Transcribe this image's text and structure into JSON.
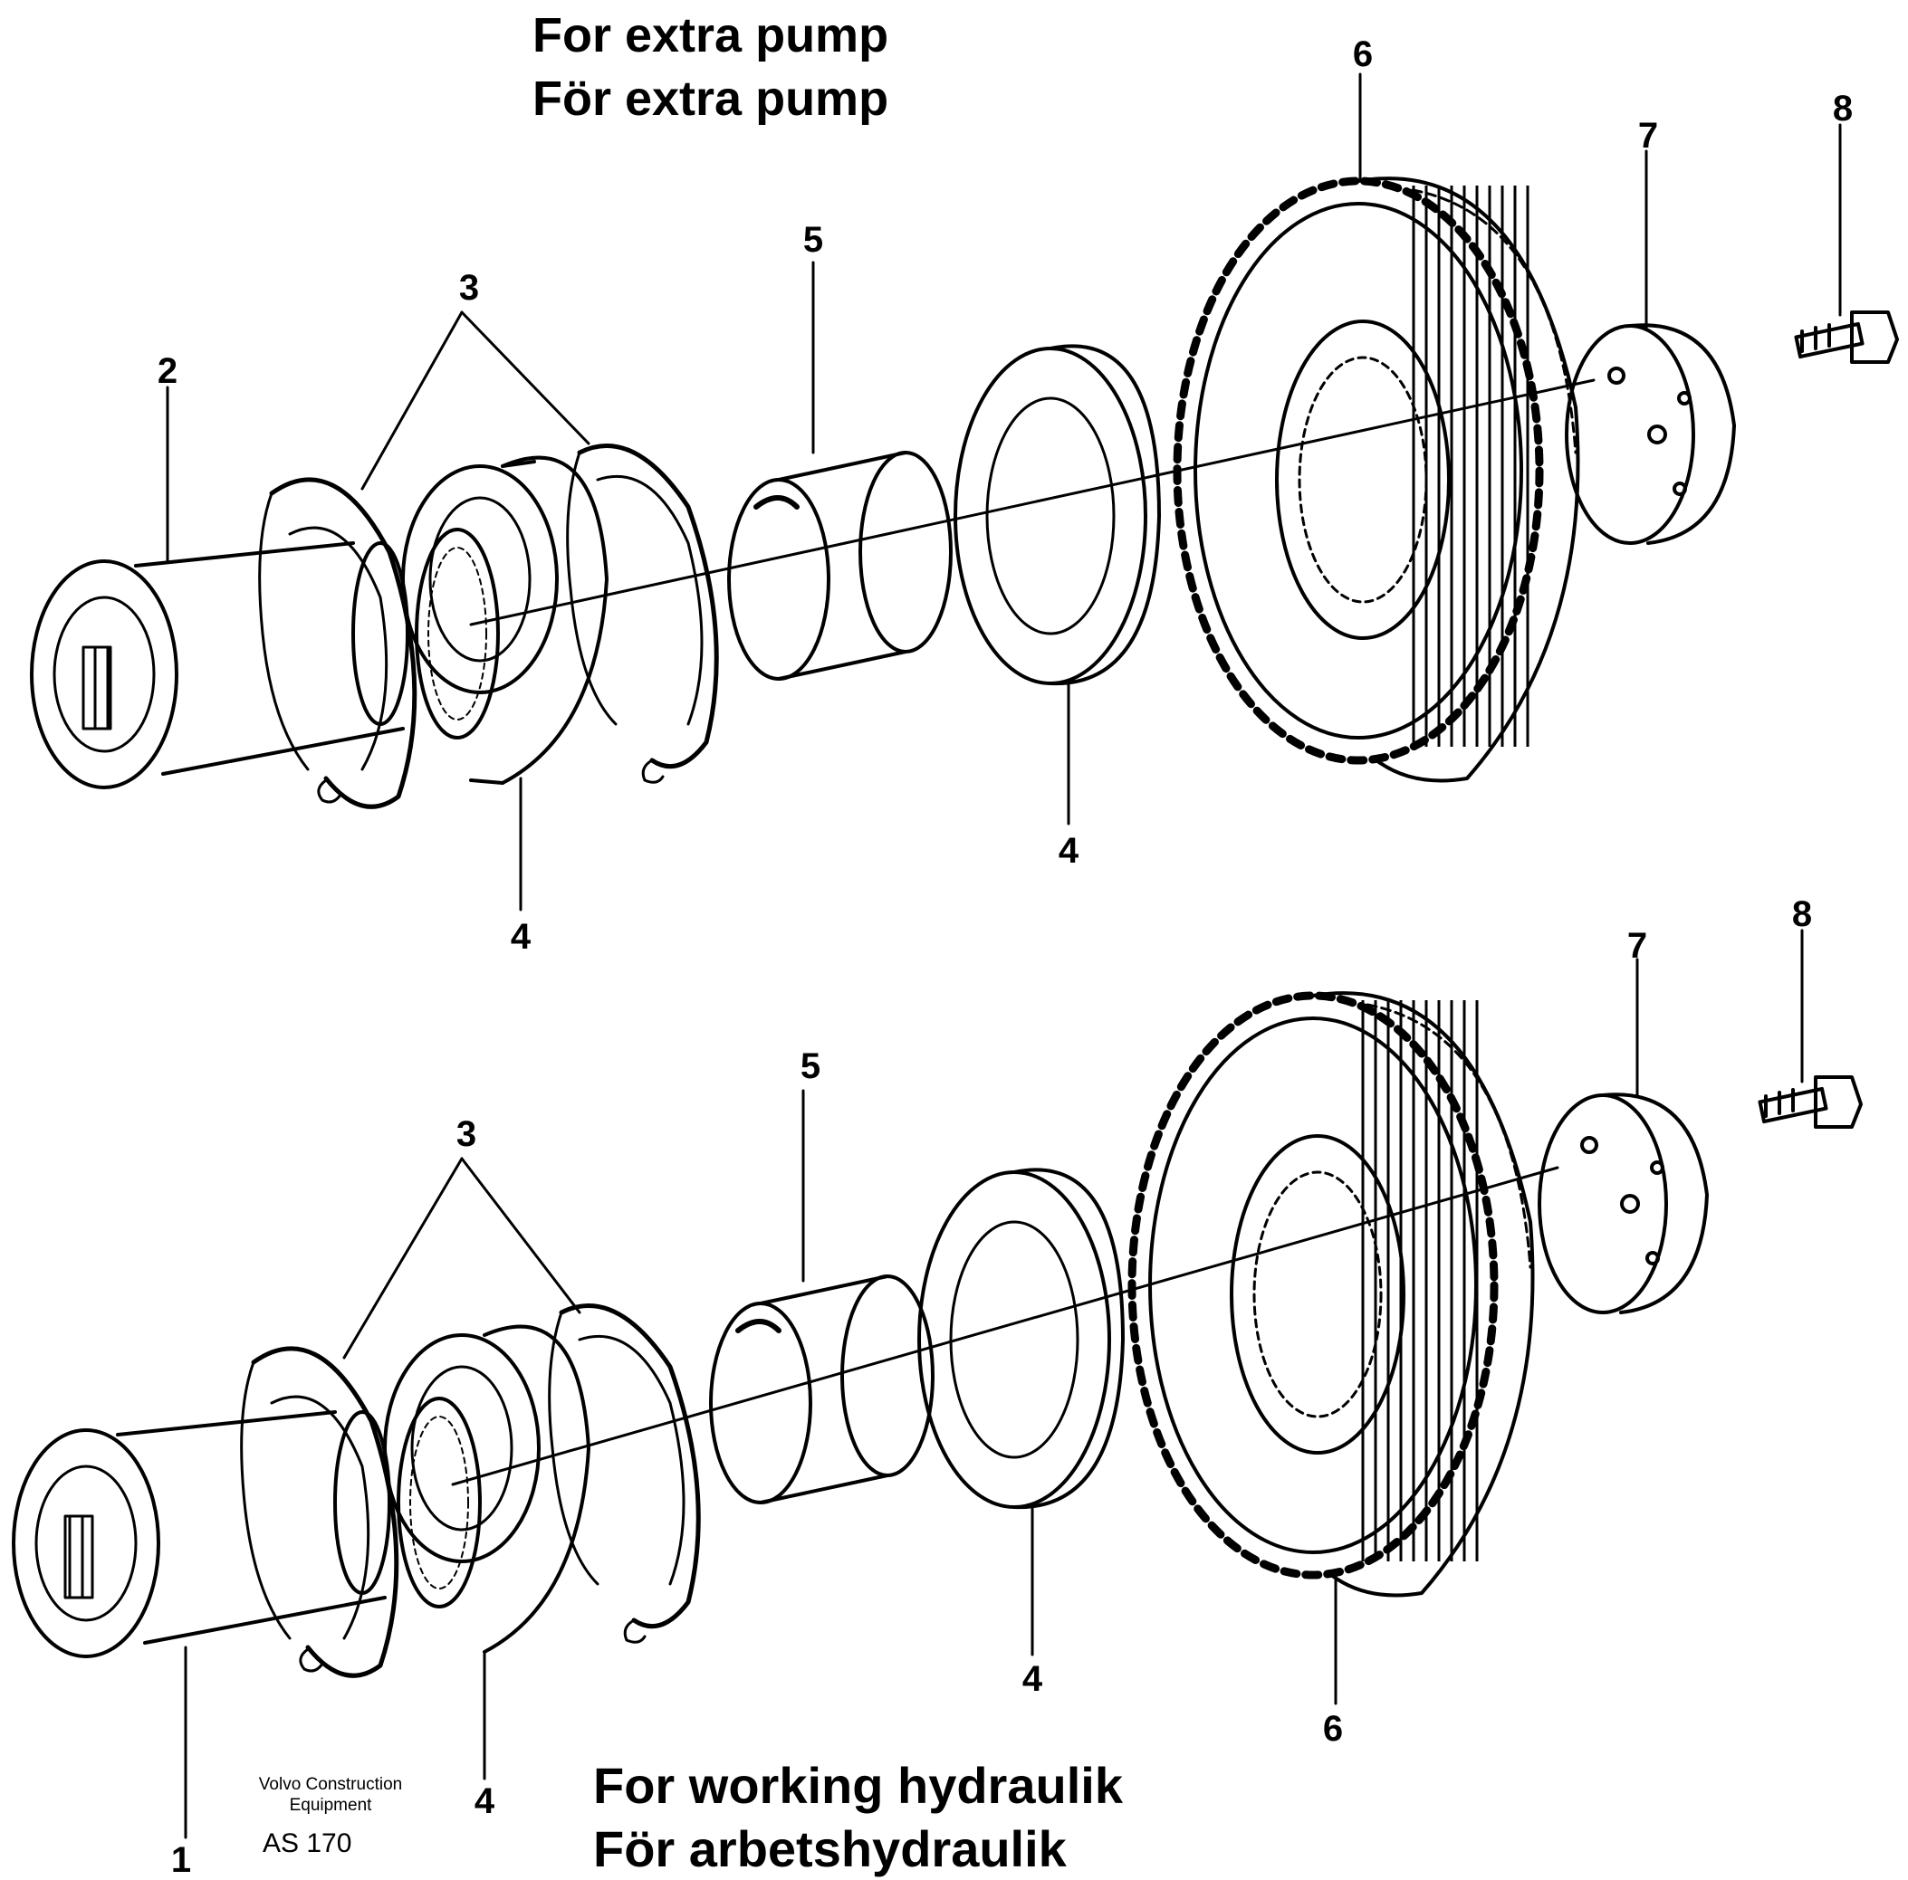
{
  "titles": {
    "top_line1": "For extra pump",
    "top_line2": "För extra pump",
    "bottom_line1": "For working hydraulik",
    "bottom_line2": "För arbetshydraulik"
  },
  "callouts": {
    "top": {
      "c2": "2",
      "c3": "3",
      "c4a": "4",
      "c4b": "4",
      "c5": "5",
      "c6": "6",
      "c7": "7",
      "c8": "8"
    },
    "bottom": {
      "c1": "1",
      "c3": "3",
      "c4a": "4",
      "c4b": "4",
      "c5": "5",
      "c6": "6",
      "c7": "7",
      "c8": "8"
    }
  },
  "footer": {
    "company_line1": "Volvo Construction",
    "company_line2": "Equipment",
    "code": "AS 170"
  }
}
